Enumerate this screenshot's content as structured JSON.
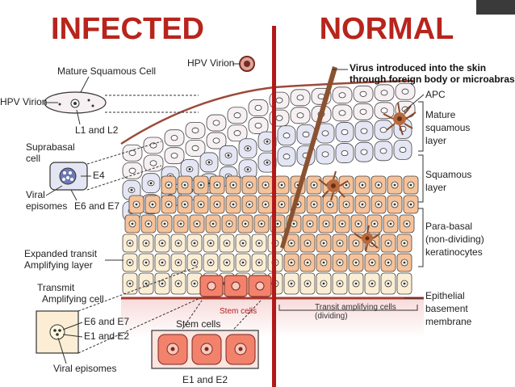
{
  "titles": {
    "left": "INFECTED",
    "right": "NORMAL"
  },
  "left_labels": {
    "mature_squamous_cell": "Mature Squamous Cell",
    "hpv_virion_top": "HPV Virion",
    "hpv_virion_side": "HPV Virion",
    "l1_l2": "L1 and L2",
    "suprabasal": "Suprabasal",
    "cell": "cell",
    "e4": "E4",
    "viral": "Viral",
    "episomes": "episomes",
    "e6_e7": "E6 and E7",
    "expanded_transit": "Expanded transit",
    "amplifying_layer": "Amplifying layer",
    "transmit": "Transmit",
    "amplifying_cell": "Amplifying cell",
    "stem_cells_red": "Stem cells",
    "e6_e7_box": "E6 and E7",
    "e1_e2_box": "E1 and E2",
    "stem_cells": "Stem cells",
    "viral_episomes": "Viral episomes",
    "e1_e2_bottom": "E1 and E2"
  },
  "right_labels": {
    "virus_intro_1": "Virus introduced into the skin",
    "virus_intro_2": "through foreign body or microabrasion",
    "apc": "APC",
    "mature_1": "Mature",
    "mature_2": "squamous",
    "mature_3": "layer",
    "squamous_1": "Squamous",
    "squamous_2": "layer",
    "parabasal_1": "Para-basal",
    "parabasal_2": "(non-dividing)",
    "parabasal_3": "keratinocytes",
    "epithelial_1": "Epithelial",
    "epithelial_2": "basement",
    "epithelial_3": "membrane",
    "transit_1": "Transit amplifying cells",
    "transit_2": "(dividing)"
  },
  "colors": {
    "title": "#b8241c",
    "divider": "#b31818",
    "membrane": "#a83a30",
    "cell_mature": "#f7f0f2",
    "cell_squamous": "#e4e6f4",
    "cell_parabasal": "#f6c29a",
    "cell_transit": "#fbeed4",
    "stem_cell": "#f2826c",
    "apc": "#b86a3c"
  }
}
